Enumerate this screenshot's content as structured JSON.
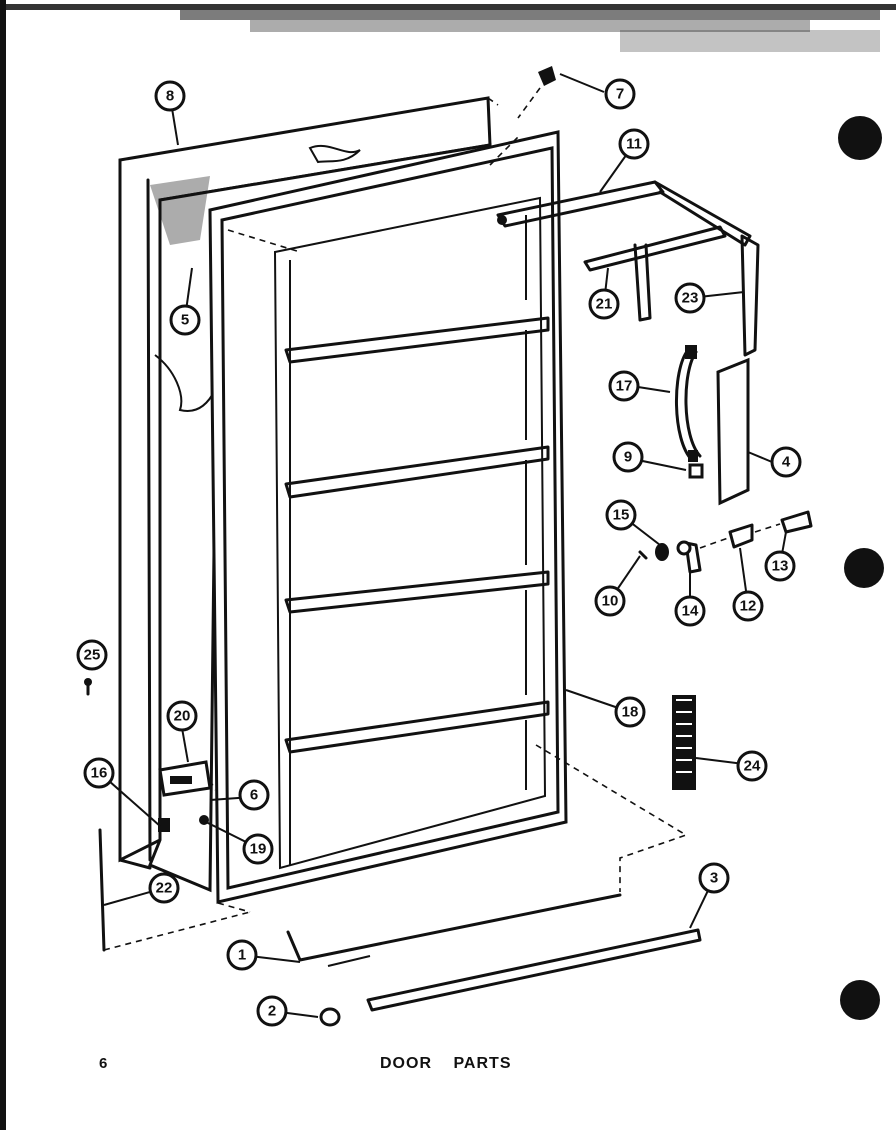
{
  "title": "DOOR PARTS",
  "page_number": "6",
  "callouts": [
    "8",
    "7",
    "11",
    "5",
    "21",
    "23",
    "17",
    "4",
    "9",
    "15",
    "13",
    "10",
    "14",
    "12",
    "25",
    "18",
    "24",
    "20",
    "16",
    "6",
    "19",
    "22",
    "3",
    "1",
    "2"
  ]
}
